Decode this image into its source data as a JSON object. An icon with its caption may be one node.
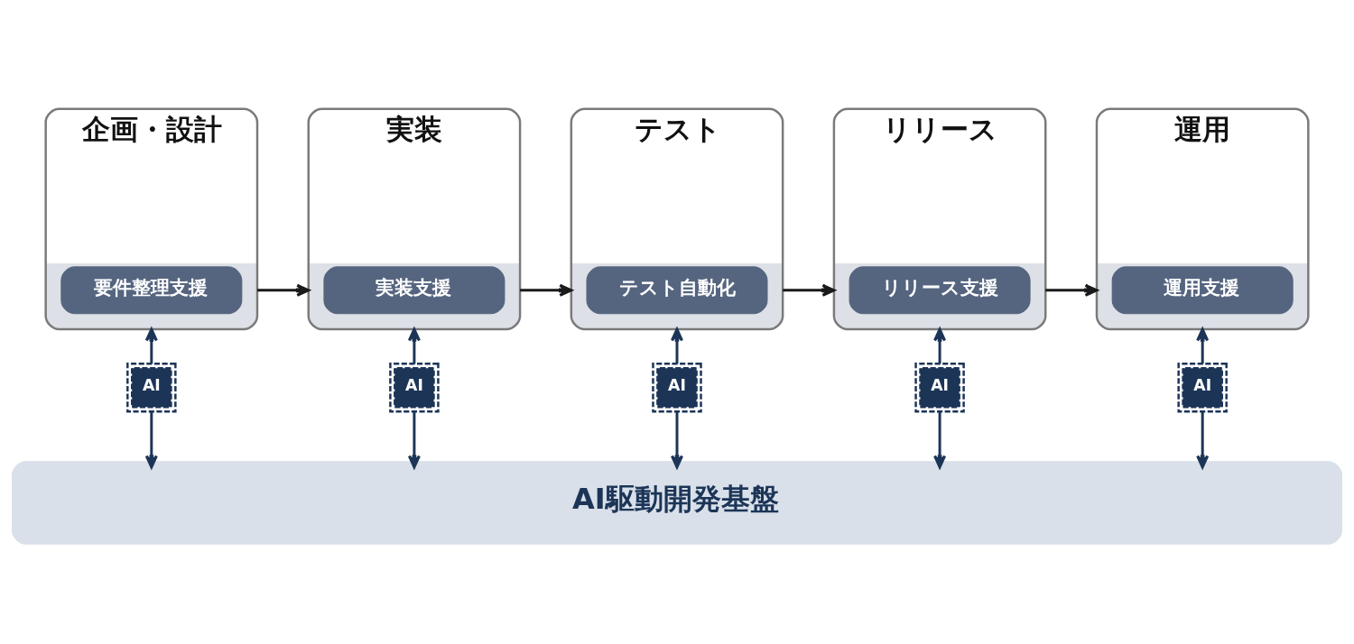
{
  "diagram": {
    "nodes": [
      {
        "text": [
          "企画・設計"
        ]
      },
      {
        "text": [
          "要件整理支援"
        ],
        "in": 0
      },
      {
        "text": [
          "実装"
        ]
      },
      {
        "text": [
          "実装支援"
        ],
        "in": 2
      },
      {
        "text": [
          "テスト"
        ]
      },
      {
        "text": [
          "テスト自動化"
        ],
        "in": 4
      },
      {
        "text": [
          "リリース"
        ]
      },
      {
        "text": [
          "リリース支援"
        ],
        "in": 6
      },
      {
        "text": [
          "運用"
        ]
      },
      {
        "text": [
          "運用支援"
        ],
        "in": 8
      },
      {
        "text": [
          "AI"
        ]
      },
      {
        "text": [
          "AI"
        ]
      },
      {
        "text": [
          "AI"
        ]
      },
      {
        "text": [
          "AI"
        ]
      },
      {
        "text": [
          "AI"
        ]
      },
      {
        "text": [
          "AI駆動開発基盤"
        ]
      }
    ],
    "edges": [
      {
        "from": 0,
        "to": 2,
        "arrow": "to",
        "color": "#1a1a1a"
      },
      {
        "from": 2,
        "to": 4,
        "arrow": "to",
        "color": "#1a1a1a"
      },
      {
        "from": 4,
        "to": 6,
        "arrow": "to",
        "color": "#1a1a1a"
      },
      {
        "from": 6,
        "to": 8,
        "arrow": "to",
        "color": "#1a1a1a"
      },
      {
        "from": 10,
        "to": 0,
        "arrow": "to"
      },
      {
        "from": 10,
        "to": 15,
        "arrow": "to"
      },
      {
        "from": 11,
        "to": 2,
        "arrow": "to"
      },
      {
        "from": 11,
        "to": 15,
        "arrow": "to"
      },
      {
        "from": 12,
        "to": 4,
        "arrow": "to"
      },
      {
        "from": 12,
        "to": 15,
        "arrow": "to"
      },
      {
        "from": 13,
        "to": 6,
        "arrow": "to"
      },
      {
        "from": 13,
        "to": 15,
        "arrow": "to"
      },
      {
        "from": 14,
        "to": 8,
        "arrow": "to"
      },
      {
        "from": 14,
        "to": 15,
        "arrow": "to"
      }
    ]
  }
}
